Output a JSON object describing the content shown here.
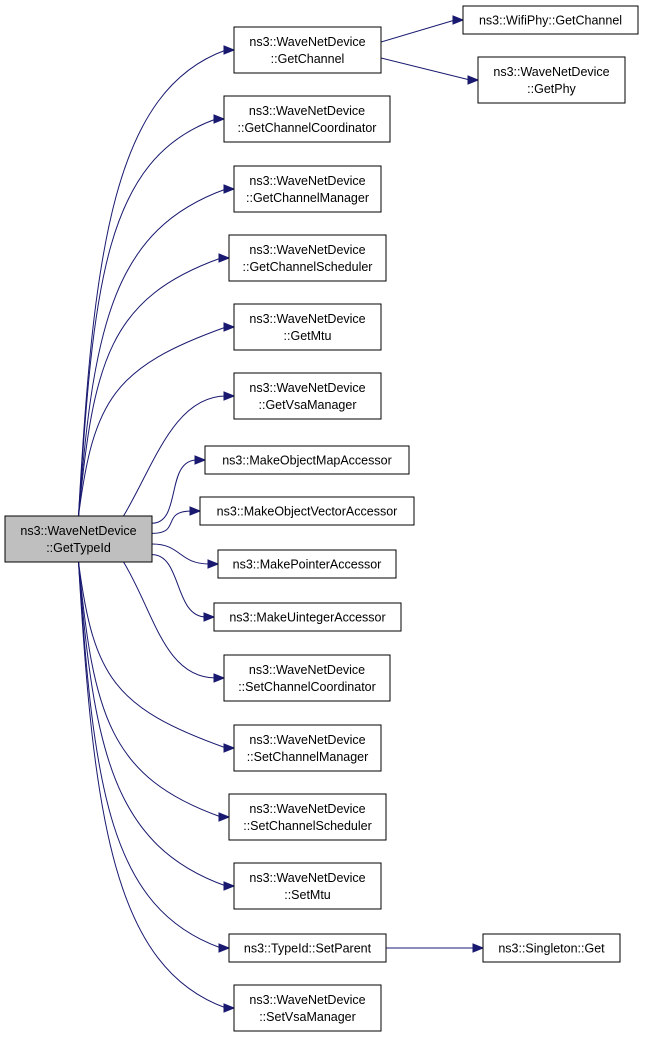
{
  "colors": {
    "edge": "#191970",
    "root_fill": "#bfbfbf",
    "node_fill": "#ffffff",
    "node_border": "#000000"
  },
  "nodes": {
    "root": [
      "ns3::WaveNetDevice",
      "::GetTypeId"
    ],
    "get_channel": [
      "ns3::WaveNetDevice",
      "::GetChannel"
    ],
    "wifiphy_get_channel": [
      "ns3::WifiPhy::GetChannel"
    ],
    "get_phy": [
      "ns3::WaveNetDevice",
      "::GetPhy"
    ],
    "get_channel_coordinator": [
      "ns3::WaveNetDevice",
      "::GetChannelCoordinator"
    ],
    "get_channel_manager": [
      "ns3::WaveNetDevice",
      "::GetChannelManager"
    ],
    "get_channel_scheduler": [
      "ns3::WaveNetDevice",
      "::GetChannelScheduler"
    ],
    "get_mtu": [
      "ns3::WaveNetDevice",
      "::GetMtu"
    ],
    "get_vsa_manager": [
      "ns3::WaveNetDevice",
      "::GetVsaManager"
    ],
    "make_object_map_accessor": [
      "ns3::MakeObjectMapAccessor"
    ],
    "make_object_vector_accessor": [
      "ns3::MakeObjectVectorAccessor"
    ],
    "make_pointer_accessor": [
      "ns3::MakePointerAccessor"
    ],
    "make_uinteger_accessor": [
      "ns3::MakeUintegerAccessor"
    ],
    "set_channel_coordinator": [
      "ns3::WaveNetDevice",
      "::SetChannelCoordinator"
    ],
    "set_channel_manager": [
      "ns3::WaveNetDevice",
      "::SetChannelManager"
    ],
    "set_channel_scheduler": [
      "ns3::WaveNetDevice",
      "::SetChannelScheduler"
    ],
    "set_mtu": [
      "ns3::WaveNetDevice",
      "::SetMtu"
    ],
    "typeid_set_parent": [
      "ns3::TypeId::SetParent"
    ],
    "singleton_get": [
      "ns3::Singleton::Get"
    ],
    "set_vsa_manager": [
      "ns3::WaveNetDevice",
      "::SetVsaManager"
    ]
  },
  "edges": [
    [
      "root",
      "get_channel"
    ],
    [
      "root",
      "get_channel_coordinator"
    ],
    [
      "root",
      "get_channel_manager"
    ],
    [
      "root",
      "get_channel_scheduler"
    ],
    [
      "root",
      "get_mtu"
    ],
    [
      "root",
      "get_vsa_manager"
    ],
    [
      "root",
      "make_object_map_accessor"
    ],
    [
      "root",
      "make_object_vector_accessor"
    ],
    [
      "root",
      "make_pointer_accessor"
    ],
    [
      "root",
      "make_uinteger_accessor"
    ],
    [
      "root",
      "set_channel_coordinator"
    ],
    [
      "root",
      "set_channel_manager"
    ],
    [
      "root",
      "set_channel_scheduler"
    ],
    [
      "root",
      "set_mtu"
    ],
    [
      "root",
      "typeid_set_parent"
    ],
    [
      "root",
      "set_vsa_manager"
    ],
    [
      "get_channel",
      "wifiphy_get_channel"
    ],
    [
      "get_channel",
      "get_phy"
    ],
    [
      "typeid_set_parent",
      "singleton_get"
    ]
  ]
}
